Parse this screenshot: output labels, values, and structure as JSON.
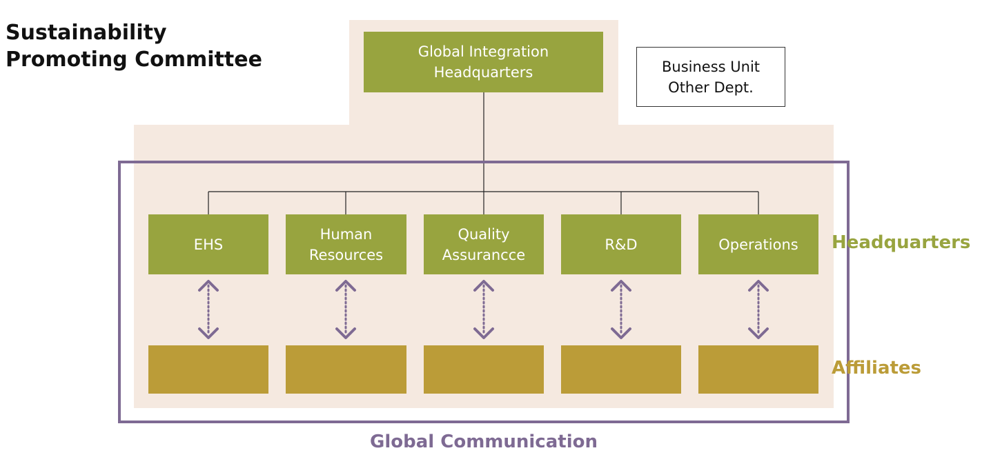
{
  "title": "Sustainability\nPromoting Committee",
  "top_box": "Global Integration\nHeadquarters",
  "side_box": "Business Unit\nOther Dept.",
  "departments": [
    {
      "label": "EHS"
    },
    {
      "label": "Human\nResources"
    },
    {
      "label": "Quality\nAssurancce"
    },
    {
      "label": "R&D"
    },
    {
      "label": "Operations"
    }
  ],
  "row_labels": {
    "headquarters": "Headquarters",
    "affiliates": "Affiliates"
  },
  "footer_label": "Global Communication",
  "colors": {
    "green": "#98a43f",
    "gold": "#bb9c38",
    "purple": "#7e6a93",
    "background": "#f5e9e0"
  }
}
